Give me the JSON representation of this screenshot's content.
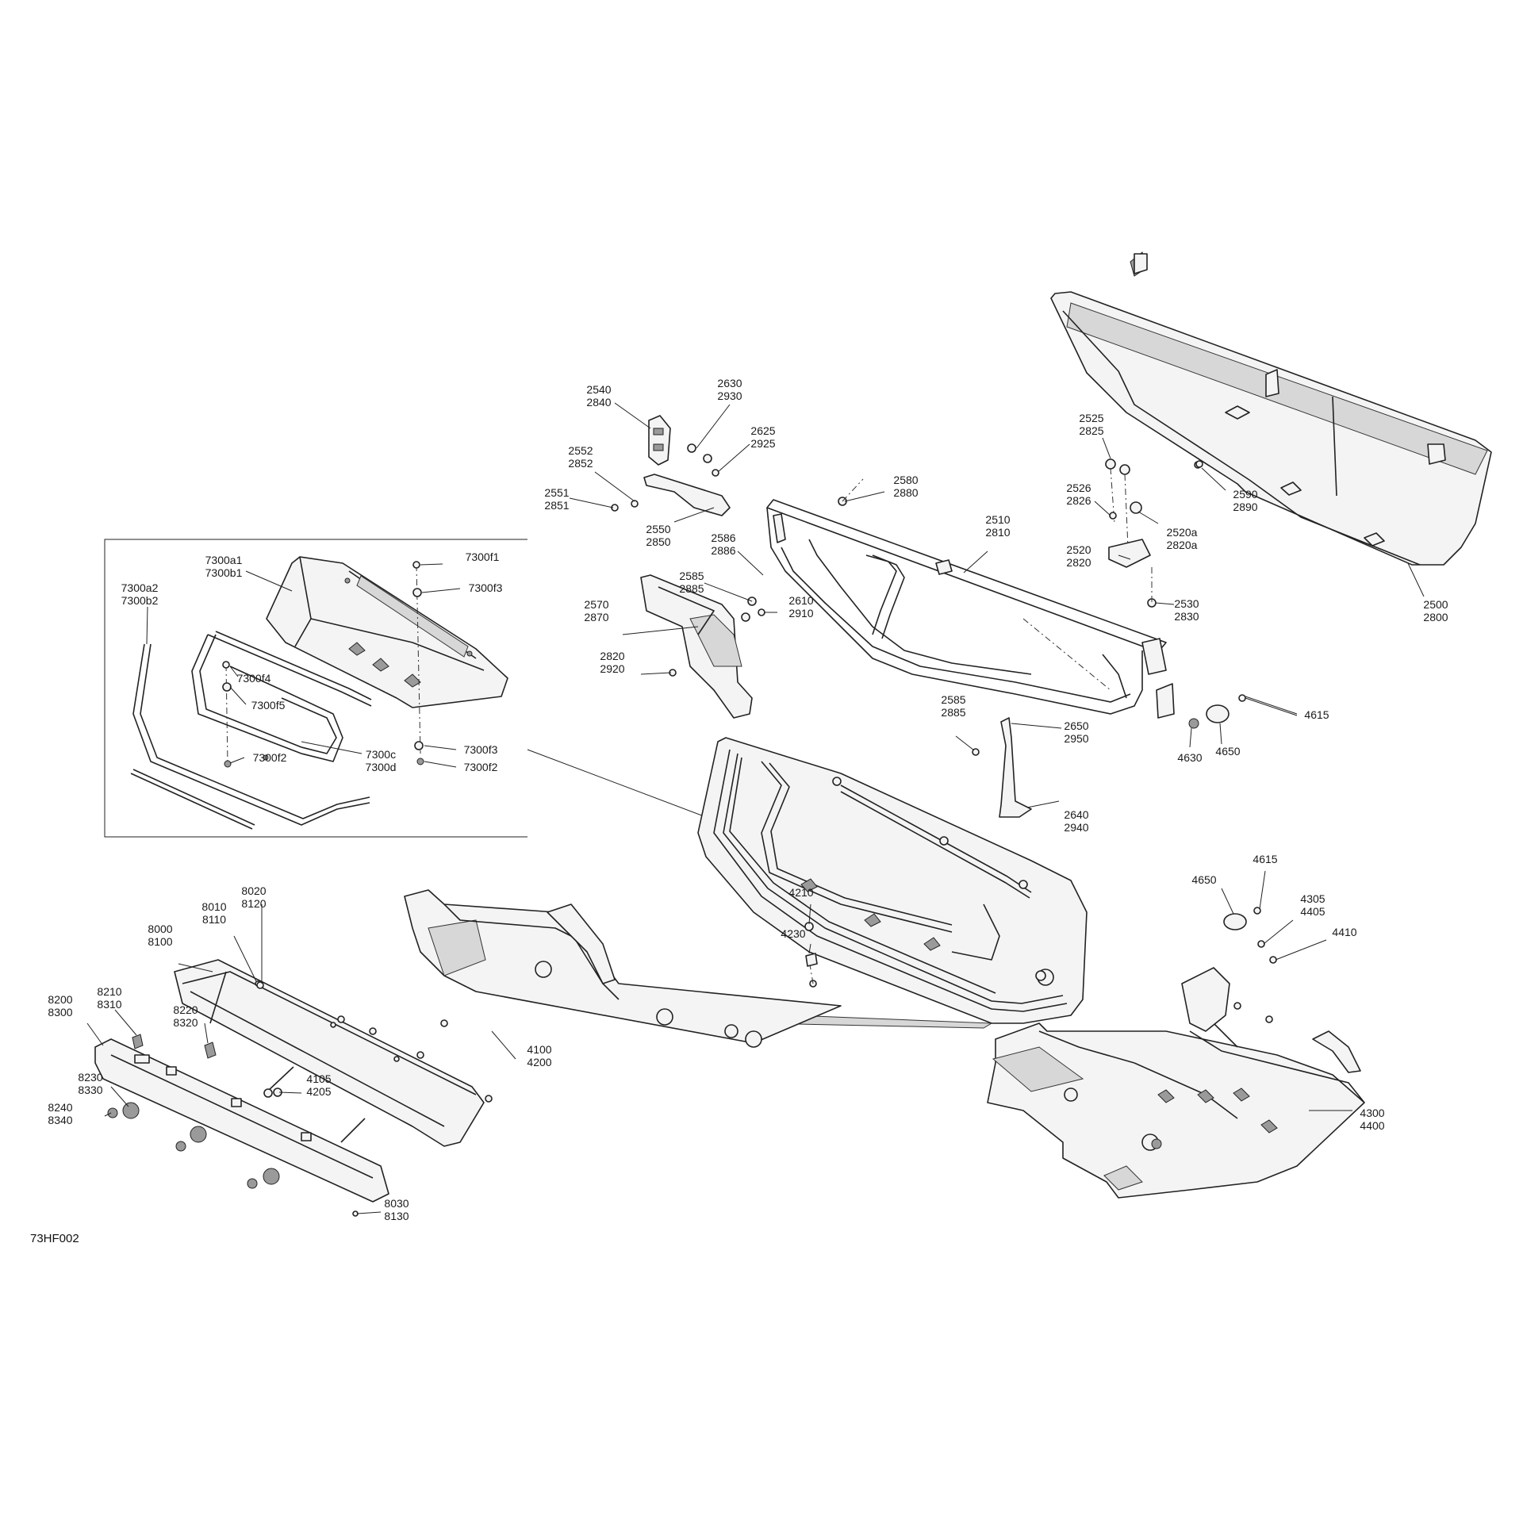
{
  "figure_ref": "73HF002",
  "callouts": [
    {
      "id": "c2540",
      "lines": [
        "2540",
        "2840"
      ]
    },
    {
      "id": "c2630",
      "lines": [
        "2630",
        "2930"
      ]
    },
    {
      "id": "c2625",
      "lines": [
        "2625",
        "2925"
      ]
    },
    {
      "id": "c2552",
      "lines": [
        "2552",
        "2852"
      ]
    },
    {
      "id": "c2551",
      "lines": [
        "2551",
        "2851"
      ]
    },
    {
      "id": "c2550",
      "lines": [
        "2550",
        "2850"
      ]
    },
    {
      "id": "c2586",
      "lines": [
        "2586",
        "2886"
      ]
    },
    {
      "id": "c2585a",
      "lines": [
        "2585",
        "2885"
      ]
    },
    {
      "id": "c2570",
      "lines": [
        "2570",
        "2870"
      ]
    },
    {
      "id": "c2610",
      "lines": [
        "2610",
        "2910"
      ]
    },
    {
      "id": "c2820",
      "lines": [
        "2820",
        "2920"
      ]
    },
    {
      "id": "c2580",
      "lines": [
        "2580",
        "2880"
      ]
    },
    {
      "id": "c2510",
      "lines": [
        "2510",
        "2810"
      ]
    },
    {
      "id": "c2525",
      "lines": [
        "2525",
        "2825"
      ]
    },
    {
      "id": "c2526",
      "lines": [
        "2526",
        "2826"
      ]
    },
    {
      "id": "c2520a",
      "lines": [
        "2520a",
        "2820a"
      ]
    },
    {
      "id": "c2520",
      "lines": [
        "2520",
        "2820"
      ]
    },
    {
      "id": "c2530",
      "lines": [
        "2530",
        "2830"
      ]
    },
    {
      "id": "c2590",
      "lines": [
        "2590",
        "2890"
      ]
    },
    {
      "id": "c2500",
      "lines": [
        "2500",
        "2800"
      ]
    },
    {
      "id": "c2585b",
      "lines": [
        "2585",
        "2885"
      ]
    },
    {
      "id": "c2650",
      "lines": [
        "2650",
        "2950"
      ]
    },
    {
      "id": "c2640",
      "lines": [
        "2640",
        "2940"
      ]
    },
    {
      "id": "c4615a",
      "lines": [
        "4615"
      ]
    },
    {
      "id": "c4630",
      "lines": [
        "4630"
      ]
    },
    {
      "id": "c4650a",
      "lines": [
        "4650"
      ]
    },
    {
      "id": "c7300a1",
      "lines": [
        "7300a1",
        "7300b1"
      ]
    },
    {
      "id": "c7300a2",
      "lines": [
        "7300a2",
        "7300b2"
      ]
    },
    {
      "id": "c7300f1",
      "lines": [
        "7300f1"
      ]
    },
    {
      "id": "c7300f3a",
      "lines": [
        "7300f3"
      ]
    },
    {
      "id": "c7300f4",
      "lines": [
        "7300f4"
      ]
    },
    {
      "id": "c7300f5",
      "lines": [
        "7300f5"
      ]
    },
    {
      "id": "c7300f2a",
      "lines": [
        "7300f2"
      ]
    },
    {
      "id": "c7300c",
      "lines": [
        "7300c",
        "7300d"
      ]
    },
    {
      "id": "c7300f3b",
      "lines": [
        "7300f3"
      ]
    },
    {
      "id": "c7300f2b",
      "lines": [
        "7300f2"
      ]
    },
    {
      "id": "c8020",
      "lines": [
        "8020",
        "8120"
      ]
    },
    {
      "id": "c8010",
      "lines": [
        "8010",
        "8110"
      ]
    },
    {
      "id": "c8000",
      "lines": [
        "8000",
        "8100"
      ]
    },
    {
      "id": "c8210",
      "lines": [
        "8210",
        "8310"
      ]
    },
    {
      "id": "c8200",
      "lines": [
        "8200",
        "8300"
      ]
    },
    {
      "id": "c8220",
      "lines": [
        "8220",
        "8320"
      ]
    },
    {
      "id": "c8230",
      "lines": [
        "8230",
        "8330"
      ]
    },
    {
      "id": "c8240",
      "lines": [
        "8240",
        "8340"
      ]
    },
    {
      "id": "c4105",
      "lines": [
        "4105",
        "4205"
      ]
    },
    {
      "id": "c8030",
      "lines": [
        "8030",
        "8130"
      ]
    },
    {
      "id": "c4100",
      "lines": [
        "4100",
        "4200"
      ]
    },
    {
      "id": "c4210",
      "lines": [
        "4210"
      ]
    },
    {
      "id": "c4230",
      "lines": [
        "4230"
      ]
    },
    {
      "id": "c4615b",
      "lines": [
        "4615"
      ]
    },
    {
      "id": "c4650b",
      "lines": [
        "4650"
      ]
    },
    {
      "id": "c4305",
      "lines": [
        "4305",
        "4405"
      ]
    },
    {
      "id": "c4410",
      "lines": [
        "4410"
      ]
    },
    {
      "id": "c4300",
      "lines": [
        "4300",
        "4400"
      ]
    }
  ]
}
